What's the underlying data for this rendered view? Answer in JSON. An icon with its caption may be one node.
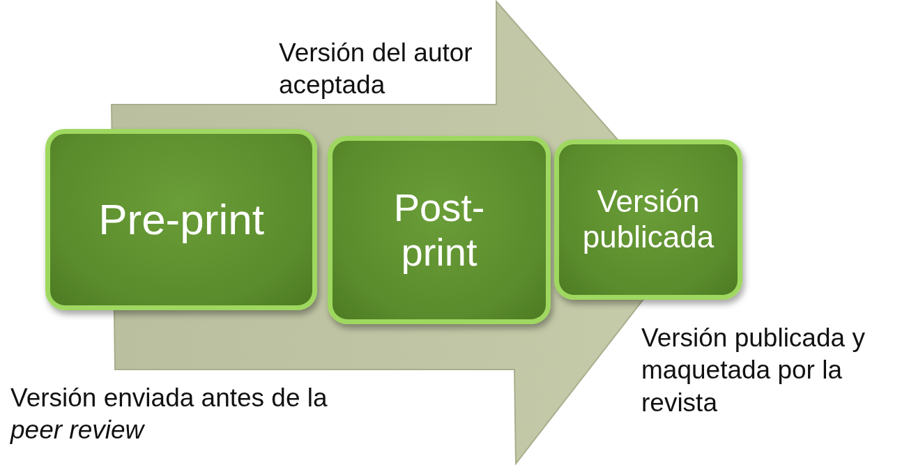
{
  "diagram": {
    "nodes": [
      {
        "text": [
          "Pre-print"
        ],
        "beside": [
          "Versión enviada antes de la *peer review*"
        ]
      },
      {
        "text": [
          "Post-print"
        ],
        "beside": [
          "Versión del autor aceptada"
        ]
      },
      {
        "text": [
          "Versión publicada"
        ],
        "beside": [
          "Versión publicada y maquetada por la revista"
        ]
      }
    ],
    "edges": [
      {
        "from": 0,
        "to": 2,
        "arrow": "to"
      }
    ]
  }
}
